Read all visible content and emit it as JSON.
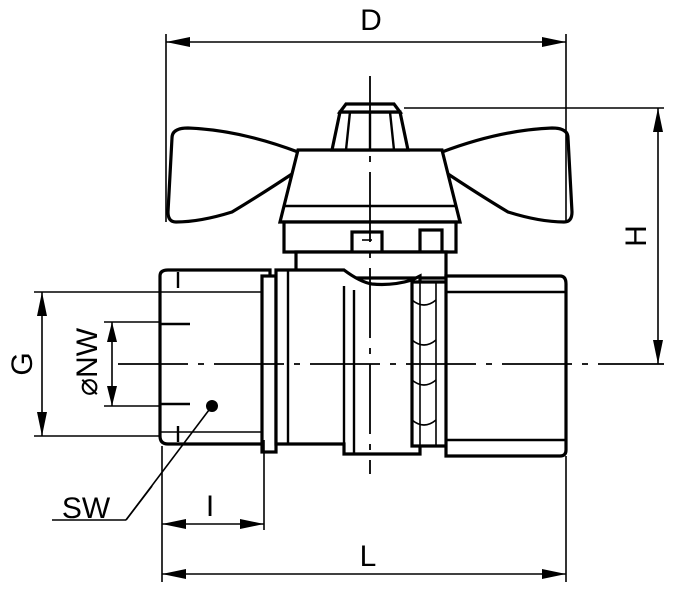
{
  "labels": {
    "d": "D",
    "h": "H",
    "g": "G",
    "nw": "⌀NW",
    "sw": "SW",
    "i": "I",
    "l": "L"
  },
  "colors": {
    "line": "#000000",
    "background": "#ffffff"
  }
}
